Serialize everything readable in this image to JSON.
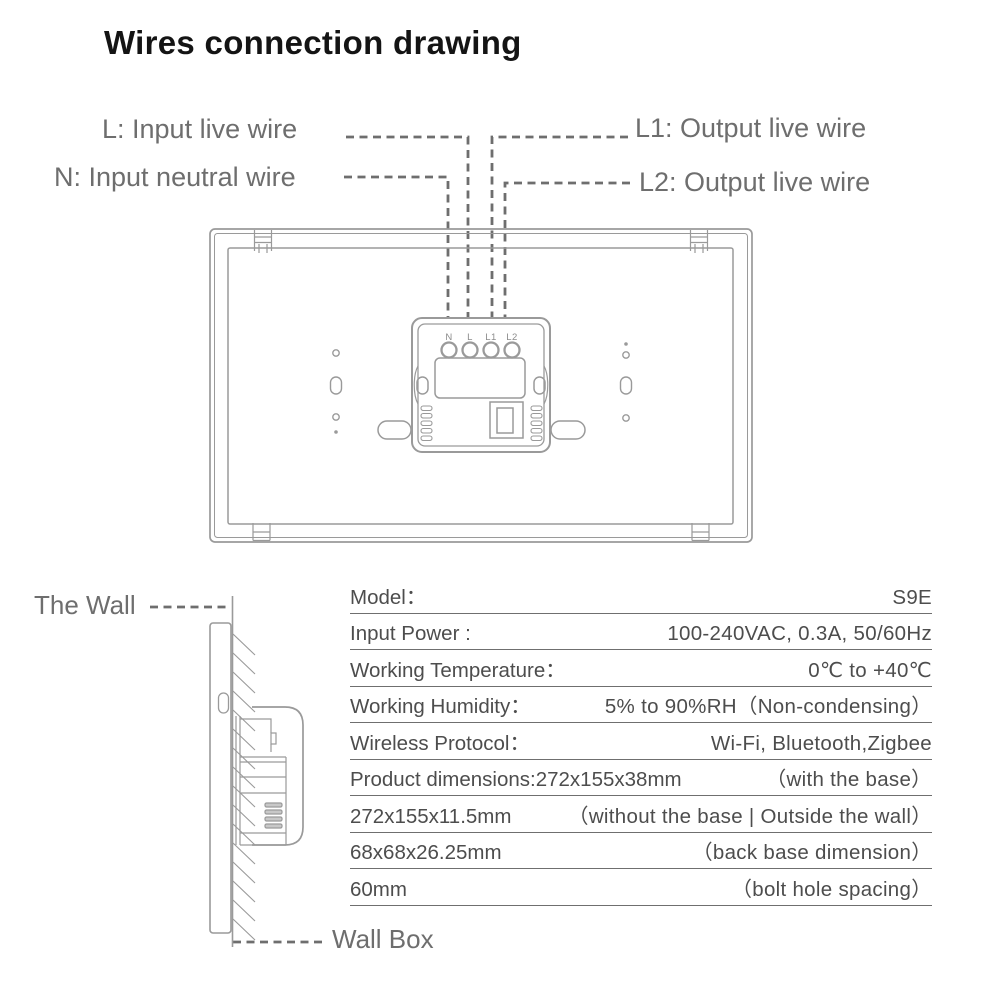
{
  "title": "Wires connection drawing",
  "wire_labels": {
    "l": "L: Input live wire",
    "n": "N: Input neutral wire",
    "l1": "L1: Output live wire",
    "l2": "L2: Output live wire"
  },
  "terminals": [
    "N",
    "L",
    "L1",
    "L2"
  ],
  "side_view": {
    "wall_label": "The Wall",
    "wall_box_label": "Wall Box"
  },
  "specs": {
    "rows": [
      {
        "label": "Model：",
        "value": "S9E"
      },
      {
        "label": "Input Power :",
        "value": "100-240VAC, 0.3A, 50/60Hz"
      },
      {
        "label": "Working Temperature：",
        "value": "0℃ to +40℃"
      },
      {
        "label": "Working Humidity：",
        "value": "5% to 90%RH（Non-condensing）"
      },
      {
        "label": "Wireless Protocol：",
        "value": "Wi-Fi, Bluetooth,Zigbee"
      },
      {
        "label": "Product dimensions:272x155x38mm",
        "value": "（with the base）"
      },
      {
        "label": "272x155x11.5mm",
        "value": "（without the base | Outside the wall）"
      },
      {
        "label": "68x68x26.25mm",
        "value": "（back base dimension）"
      },
      {
        "label": "60mm",
        "value": "（bolt hole spacing）"
      }
    ]
  },
  "colors": {
    "background": "#ffffff",
    "title_text": "#141414",
    "label_text": "#6e6e6e",
    "dashed_guide": "#6e6e6e",
    "drawing_line": "#9a9a9a",
    "table_text": "#4d4d4d",
    "table_line": "#6f6f6f"
  }
}
